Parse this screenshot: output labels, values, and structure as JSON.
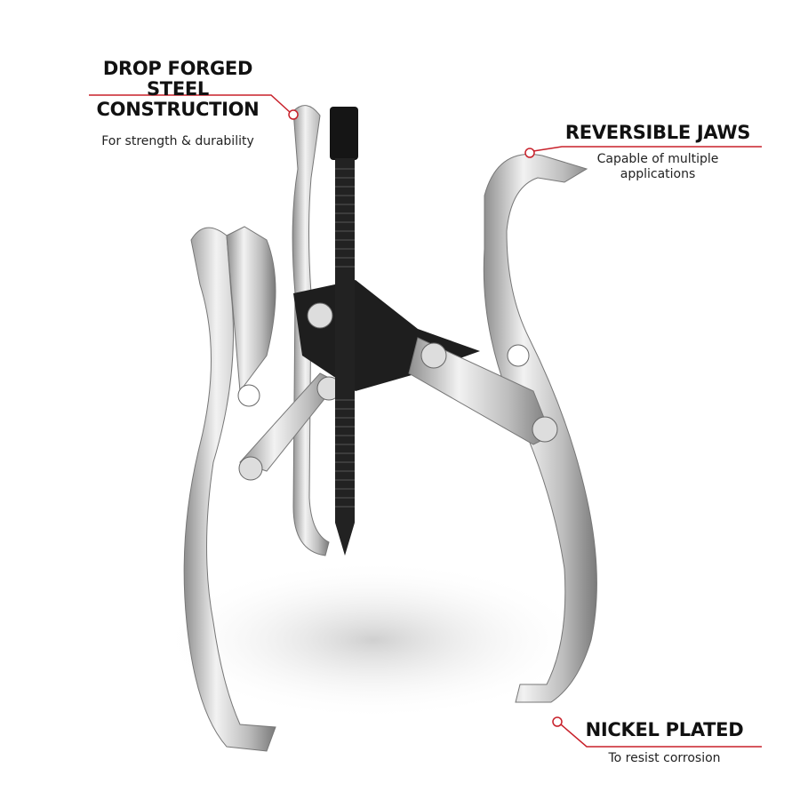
{
  "callouts": [
    {
      "title_line1": "DROP FORGED",
      "title_line2": "STEEL CONSTRUCTION",
      "subtitle": "For strength & durability"
    },
    {
      "title": "REVERSIBLE JAWS",
      "subtitle_line1": "Capable of multiple",
      "subtitle_line2": "applications"
    },
    {
      "title": "NICKEL PLATED",
      "subtitle": "To resist corrosion"
    }
  ],
  "colors": {
    "accent": "#c8202a",
    "steel": "#c9c9c9",
    "black_steel": "#1a1a1a"
  }
}
